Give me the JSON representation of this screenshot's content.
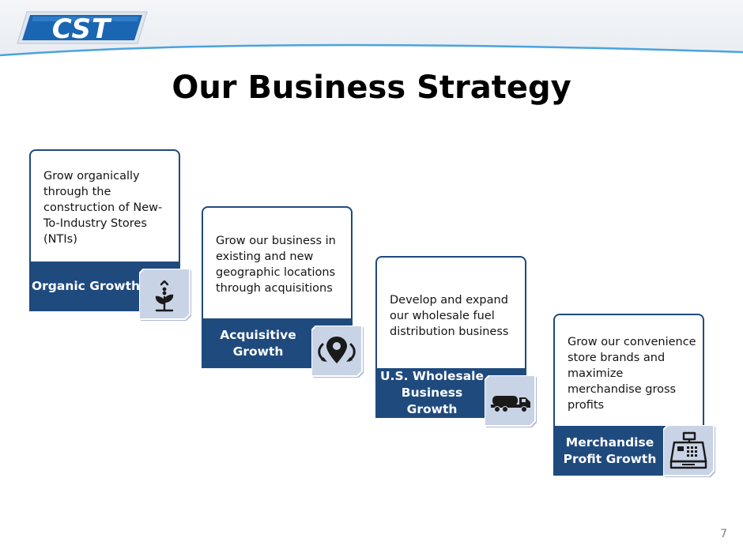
{
  "header": {
    "logo_text": "CST"
  },
  "page": {
    "title": "Our Business Strategy",
    "slide_number": "7"
  },
  "strategies": [
    {
      "description": "Grow organically through the construction of New-To-Industry Stores (NTIs)",
      "label": "Organic Growth",
      "icon": "sprout-icon"
    },
    {
      "description": "Grow our business in existing and new geographic locations through acquisitions",
      "label": "Acquisitive Growth",
      "icon": "location-pin-arrows-icon"
    },
    {
      "description": "Develop and expand our wholesale fuel distribution business",
      "label": "U.S. Wholesale Business Growth",
      "icon": "fuel-truck-icon"
    },
    {
      "description": "Grow our convenience store brands and maximize merchandise gross profits",
      "label": "Merchandise Profit Growth",
      "icon": "cash-register-icon"
    }
  ],
  "colors": {
    "brand_navy": "#1f4a7e",
    "tile_fill": "#c9d3e6",
    "logo_blue": "#1b66b3"
  }
}
